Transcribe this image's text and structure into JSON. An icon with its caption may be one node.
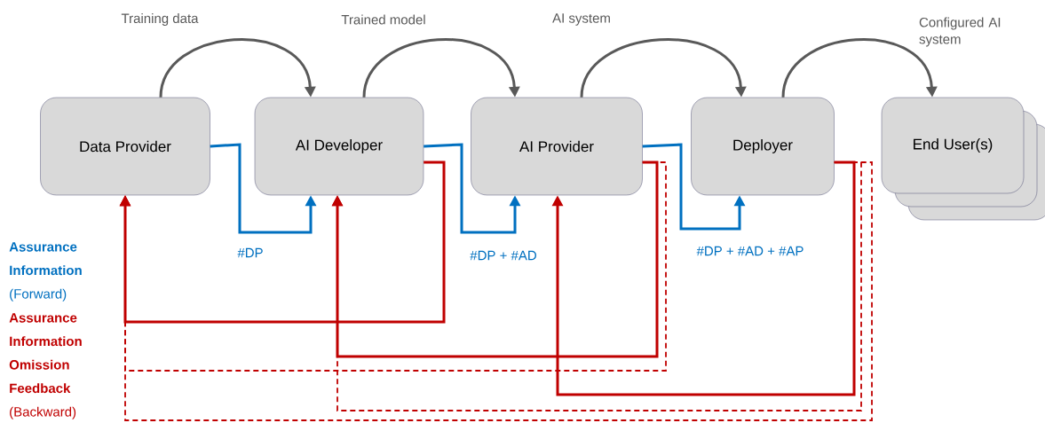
{
  "diagram": {
    "nodes": [
      {
        "text": [
          "Data Provider"
        ]
      },
      {
        "text": [
          "AI Developer"
        ]
      },
      {
        "text": [
          "AI Provider"
        ]
      },
      {
        "text": [
          "Deployer"
        ]
      },
      {
        "text": [
          "End User(s)"
        ]
      }
    ],
    "edges": [
      {
        "from": 0,
        "to": 1,
        "arrow": "to",
        "label": "Training data",
        "color": "#595959"
      },
      {
        "from": 1,
        "to": 2,
        "arrow": "to",
        "label": "Trained model",
        "color": "#595959"
      },
      {
        "from": 2,
        "to": 3,
        "arrow": "to",
        "label": "AI system",
        "color": "#595959"
      },
      {
        "from": 3,
        "to": 4,
        "arrow": "to",
        "label": "Configured AI system",
        "color": "#595959"
      },
      {
        "from": 0,
        "to": 1,
        "arrow": "to",
        "label": "#DP",
        "color": "#0070c0"
      },
      {
        "from": 1,
        "to": 2,
        "arrow": "to",
        "label": "#DP + #AD",
        "color": "#0070c0"
      },
      {
        "from": 2,
        "to": 3,
        "arrow": "to",
        "label": "#DP + #AD + #AP",
        "color": "#0070c0"
      },
      {
        "from": 1,
        "to": 0,
        "arrow": "to",
        "color": "#c00000"
      },
      {
        "from": 2,
        "to": 1,
        "arrow": "to",
        "color": "#c00000"
      },
      {
        "from": 3,
        "to": 2,
        "arrow": "to",
        "color": "#c00000"
      },
      {
        "from": 2,
        "to": 0,
        "arrow": "to",
        "color": "#c00000",
        "style": "dashed"
      },
      {
        "from": 3,
        "to": 1,
        "arrow": "to",
        "color": "#c00000",
        "style": "dashed"
      },
      {
        "from": 3,
        "to": 0,
        "arrow": "to",
        "color": "#c00000",
        "style": "dashed"
      }
    ],
    "labels": [
      "**Assurance Information** (Forward)",
      "**Assurance Information Omission Feedback** (Backward)"
    ]
  }
}
